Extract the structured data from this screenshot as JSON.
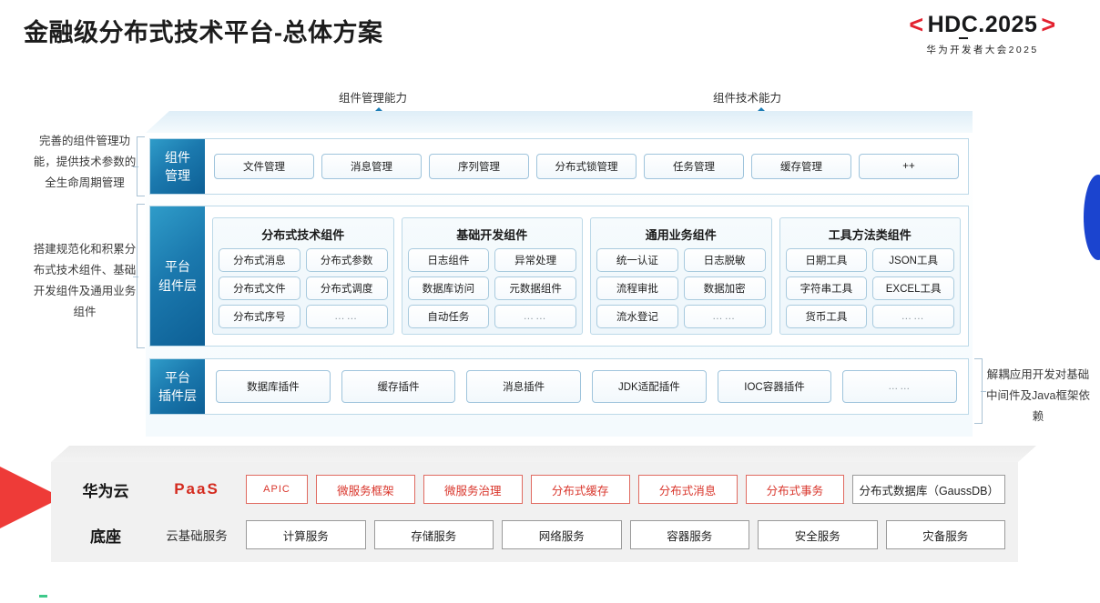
{
  "header": {
    "title": "金融级分布式技术平台-总体方案",
    "logo": {
      "left_bracket": "<",
      "right_bracket": ">",
      "main": "HDC.2025",
      "subtitle": "华为开发者大会2025"
    }
  },
  "arrows": {
    "left_label": "组件管理能力",
    "right_label": "组件技术能力"
  },
  "side_notes": {
    "left_top": "完善的组件管理功能，提供技术参数的全生命周期管理",
    "left_bottom": "搭建规范化和积累分布式技术组件、基础开发组件及通用业务组件",
    "right": "解耦应用开发对基础中间件及Java框架依赖"
  },
  "layers": {
    "component_management": {
      "label_line1": "组件",
      "label_line2": "管理",
      "items": [
        "文件管理",
        "消息管理",
        "序列管理",
        "分布式锁管理",
        "任务管理",
        "缓存管理",
        "++"
      ]
    },
    "platform_components": {
      "label_line1": "平台",
      "label_line2": "组件层",
      "groups": [
        {
          "title": "分布式技术组件",
          "items": [
            "分布式消息",
            "分布式参数",
            "分布式文件",
            "分布式调度",
            "分布式序号",
            "……"
          ]
        },
        {
          "title": "基础开发组件",
          "items": [
            "日志组件",
            "异常处理",
            "数据库访问",
            "元数据组件",
            "自动任务",
            "……"
          ]
        },
        {
          "title": "通用业务组件",
          "items": [
            "统一认证",
            "日志脱敏",
            "流程审批",
            "数据加密",
            "流水登记",
            "……"
          ]
        },
        {
          "title": "工具方法类组件",
          "items": [
            "日期工具",
            "JSON工具",
            "字符串工具",
            "EXCEL工具",
            "货币工具",
            "……"
          ]
        }
      ]
    },
    "platform_plugins": {
      "label_line1": "平台",
      "label_line2": "插件层",
      "items": [
        "数据库插件",
        "缓存插件",
        "消息插件",
        "JDK适配插件",
        "IOC容器插件",
        "……"
      ]
    }
  },
  "foundation": {
    "brand_line1": "华为云",
    "brand_line2": "底座",
    "rows": [
      {
        "kind": "PaaS",
        "kind_style": "paas",
        "items": [
          {
            "label": "APIC",
            "style": "red-narrow"
          },
          {
            "label": "微服务框架",
            "style": "red"
          },
          {
            "label": "微服务治理",
            "style": "red"
          },
          {
            "label": "分布式缓存",
            "style": "red"
          },
          {
            "label": "分布式消息",
            "style": "red"
          },
          {
            "label": "分布式事务",
            "style": "red"
          },
          {
            "label": "分布式数据库（GaussDB）",
            "style": "neutral"
          }
        ]
      },
      {
        "kind": "云基础服务",
        "kind_style": "cloud",
        "items": [
          {
            "label": "计算服务",
            "style": "plain"
          },
          {
            "label": "存储服务",
            "style": "plain"
          },
          {
            "label": "网络服务",
            "style": "plain"
          },
          {
            "label": "容器服务",
            "style": "plain"
          },
          {
            "label": "安全服务",
            "style": "plain"
          },
          {
            "label": "灾备服务",
            "style": "plain"
          }
        ]
      }
    ]
  },
  "colors": {
    "brand_red": "#e3212f",
    "accent_blue": "#1b79ae",
    "deep_blue": "#0d5f95",
    "lens_blue": "#1b44cf",
    "wedge_red": "#ee3b38"
  }
}
